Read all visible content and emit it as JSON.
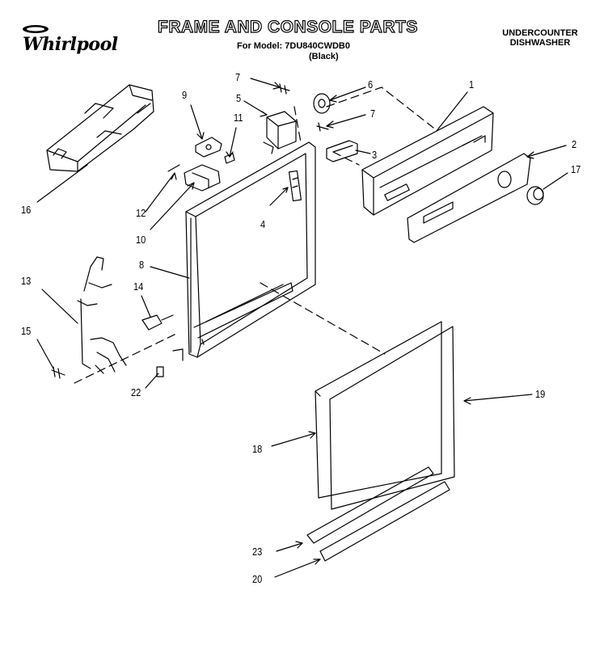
{
  "header": {
    "brand": "Whirlpool",
    "title": "FRAME AND CONSOLE PARTS",
    "model_line": "For Model: 7DU840CWDB0",
    "color_line": "(Black)",
    "unit_type_line1": "UNDERCOUNTER",
    "unit_type_line2": "DISHWASHER"
  },
  "parts": [
    {
      "ref": "1"
    },
    {
      "ref": "2"
    },
    {
      "ref": "3"
    },
    {
      "ref": "4"
    },
    {
      "ref": "5"
    },
    {
      "ref": "6"
    },
    {
      "ref": "7"
    },
    {
      "ref": "7"
    },
    {
      "ref": "8"
    },
    {
      "ref": "9"
    },
    {
      "ref": "10"
    },
    {
      "ref": "11"
    },
    {
      "ref": "12"
    },
    {
      "ref": "13"
    },
    {
      "ref": "14"
    },
    {
      "ref": "15"
    },
    {
      "ref": "16"
    },
    {
      "ref": "17"
    },
    {
      "ref": "18"
    },
    {
      "ref": "19"
    },
    {
      "ref": "20"
    },
    {
      "ref": "22"
    },
    {
      "ref": "23"
    }
  ]
}
